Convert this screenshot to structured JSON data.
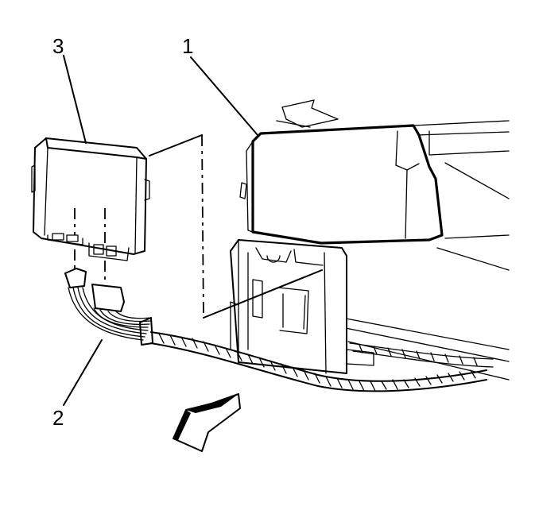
{
  "callouts": [
    {
      "id": "1",
      "label": "1"
    },
    {
      "id": "2",
      "label": "2"
    },
    {
      "id": "3",
      "label": "3"
    }
  ],
  "icons": {
    "module": "control-module-icon",
    "harness": "wiring-harness-icon",
    "bracket": "mounting-bracket-icon",
    "arrow": "front-direction-arrow-icon"
  },
  "colors": {
    "line": "#000000",
    "background": "#ffffff"
  }
}
